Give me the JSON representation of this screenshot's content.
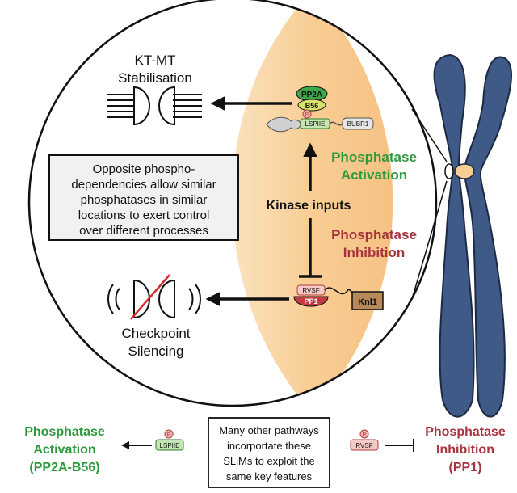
{
  "top": {
    "kt_mt_line1": "KT-MT",
    "kt_mt_line2": "Stabilisation",
    "checkpoint_line1": "Checkpoint",
    "checkpoint_line2": "Silencing",
    "info_lines": [
      "Opposite phospho-",
      "dependencies allow similar",
      "phosphatases in similar",
      "locations to exert control",
      "over different processes"
    ],
    "kinase_inputs": "Kinase inputs",
    "activation_line1": "Phosphatase",
    "activation_line2": "Activation",
    "inhibition_line1": "Phosphatase",
    "inhibition_line2": "Inhibition",
    "pp2a": "PP2A",
    "b56": "B56",
    "phospho": "P",
    "lspiie": "LSPIIE",
    "bubr1": "BUBR1",
    "rvsf": "RVSF",
    "pp1": "PP1",
    "knl1": "Knl1"
  },
  "bottom": {
    "left_line1": "Phosphatase",
    "left_line2": "Activation",
    "left_line3": "(PP2A-B56)",
    "lspiie": "LSPIIE",
    "phospho": "P",
    "center_lines": [
      "Many other pathways",
      "incorportate these",
      "SLiMs to exploit the",
      "same key features"
    ],
    "rvsf": "RVSF",
    "right_line1": "Phosphatase",
    "right_line2": "Inhibition",
    "right_line3": "(PP1)"
  },
  "colors": {
    "activation_green": "#2e9a3e",
    "inhibition_red": "#a8323e",
    "orange_lens": "#f8cf98",
    "chromosome_blue": "#3f5a87",
    "box_fill": "#f1f1f1"
  }
}
